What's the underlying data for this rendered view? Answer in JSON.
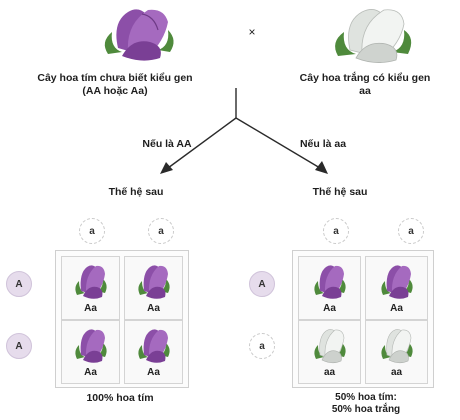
{
  "parents": {
    "left_label": "Cây hoa tím chưa biết kiểu gen\n(AA hoặc Aa)",
    "cross_symbol": "×",
    "right_label": "Cây hoa trắng có kiểu gen\naa"
  },
  "branches": {
    "left": "Nếu là AA",
    "right": "Nếu là aa"
  },
  "generation": {
    "left": "Thế hệ sau",
    "right": "Thế hệ sau"
  },
  "left_square": {
    "top_gametes": [
      "a",
      "a"
    ],
    "side_gametes": [
      "A",
      "A"
    ],
    "cells": [
      {
        "genotype": "Aa",
        "flower": "purple"
      },
      {
        "genotype": "Aa",
        "flower": "purple"
      },
      {
        "genotype": "Aa",
        "flower": "purple"
      },
      {
        "genotype": "Aa",
        "flower": "purple"
      }
    ],
    "result": "100% hoa tím"
  },
  "right_square": {
    "top_gametes": [
      "a",
      "a"
    ],
    "side_gametes": [
      "A",
      "a"
    ],
    "cells": [
      {
        "genotype": "Aa",
        "flower": "purple"
      },
      {
        "genotype": "Aa",
        "flower": "purple"
      },
      {
        "genotype": "aa",
        "flower": "white"
      },
      {
        "genotype": "aa",
        "flower": "white"
      }
    ],
    "result": "50% hoa tím:\n50% hoa trắng"
  },
  "colors": {
    "purple_petal": "#9b5fb5",
    "purple_dark": "#6e3a86",
    "white_petal": "#eef0ee",
    "white_shade": "#c7cbc7",
    "leaf_green": "#4f8a3c"
  }
}
